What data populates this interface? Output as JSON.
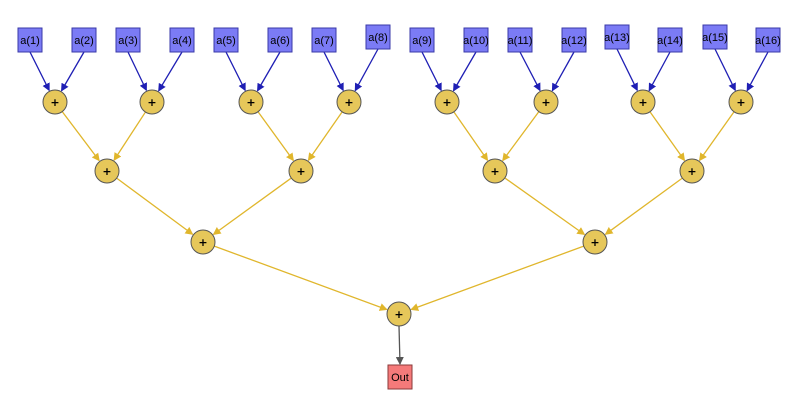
{
  "inputs": [
    "a(1)",
    "a(2)",
    "a(3)",
    "a(4)",
    "a(5)",
    "a(6)",
    "a(7)",
    "a(8)",
    "a(9)",
    "a(10)",
    "a(11)",
    "a(12)",
    "a(13)",
    "a(14)",
    "a(15)",
    "a(16)"
  ],
  "operator_label": "+",
  "output_label": "Out",
  "colors": {
    "input_fill": "#7b7bf5",
    "input_stroke": "#3a3aa8",
    "input_arrow": "#1f1fb4",
    "op_fill": "#e6c75a",
    "op_stroke": "#555555",
    "edge": "#e0b62c",
    "output_fill": "#f57a7a",
    "output_stroke": "#8a3a3a",
    "output_arrow": "#555555"
  }
}
